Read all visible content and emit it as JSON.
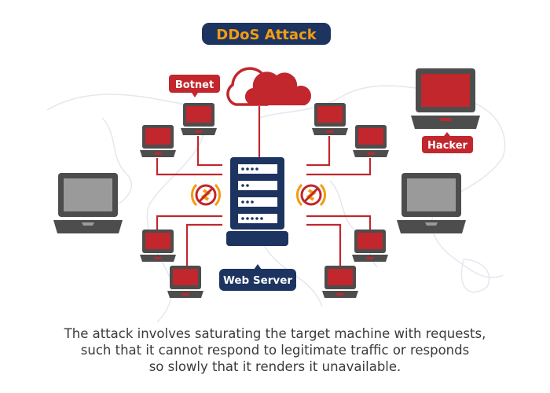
{
  "title": "DDoS Attack",
  "labels": {
    "botnet": "Botnet",
    "hacker": "Hacker",
    "web_server": "Web Server"
  },
  "caption": [
    "The attack involves saturating the target machine with requests,",
    "such that it cannot respond to legitimate traffic or responds",
    "so slowly that it renders it unavailable."
  ],
  "colors": {
    "navy": "#1d3461",
    "red": "#c1272d",
    "orange": "#f39c12",
    "laptop_gray": "#4d4d4d",
    "screen_gray": "#9a9a9a",
    "map": "#e6e9f0"
  },
  "icons": [
    "cloud-icon",
    "server-icon",
    "laptop-icon",
    "blocked-icon"
  ]
}
